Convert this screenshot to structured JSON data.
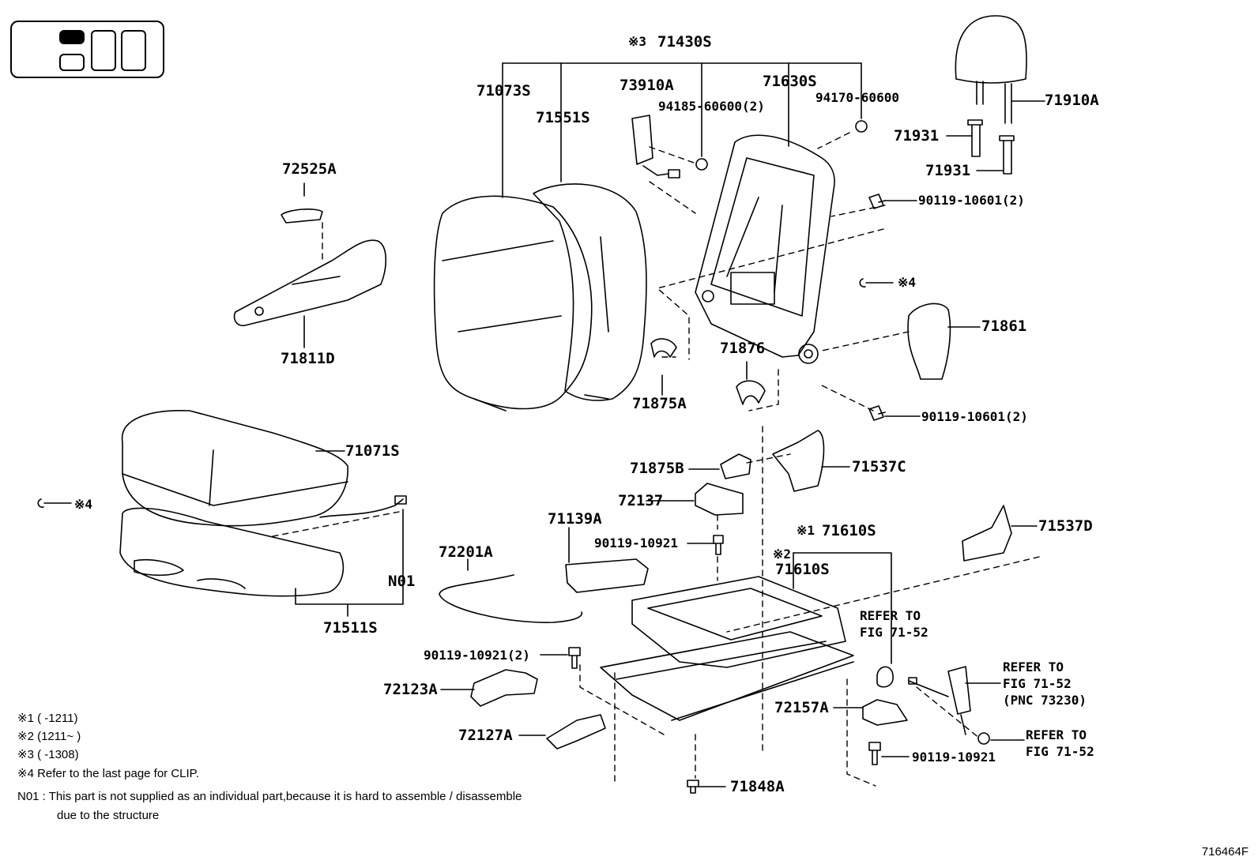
{
  "labels": {
    "p71430S": "71430S",
    "p71073S": "71073S",
    "p71551S": "71551S",
    "p73910A": "73910A",
    "p94185": "94185-60600(2)",
    "p71630S": "71630S",
    "p94170": "94170-60600",
    "p71910A": "71910A",
    "p71931a": "71931",
    "p71931b": "71931",
    "p90119_10601a": "90119-10601(2)",
    "p90119_10601b": "90119-10601(2)",
    "p72525A": "72525A",
    "p71811D": "71811D",
    "p71861": "71861",
    "p71876": "71876",
    "p71875A": "71875A",
    "p71071S": "71071S",
    "p71875B": "71875B",
    "p71537C": "71537C",
    "p72137": "72137",
    "p71139A": "71139A",
    "p90119_10921a": "90119-10921",
    "p71610S_1": "71610S",
    "p71610S_2": "71610S",
    "p71537D": "71537D",
    "p72201A": "72201A",
    "pN01": "N01",
    "p71511S": "71511S",
    "p90119_10921b": "90119-10921(2)",
    "p72123A": "72123A",
    "p72127A": "72127A",
    "p72157A": "72157A",
    "p90119_10921c": "90119-10921",
    "p71848A": "71848A"
  },
  "markers": {
    "m3": "※3",
    "m1": "※1",
    "m2": "※2",
    "m4a": "※4",
    "m4b": "※4"
  },
  "references": {
    "ref1_l1": "REFER TO",
    "ref1_l2": "FIG 71-52",
    "ref2_l1": "REFER TO",
    "ref2_l2": "FIG 71-52",
    "ref2_l3": "(PNC 73230)",
    "ref3_l1": "REFER TO",
    "ref3_l2": "FIG 71-52"
  },
  "notes": {
    "n1": "※1 (      -1211)",
    "n2": "※2 (1211~      )",
    "n3": "※3 (      -1308)",
    "n4": "※4  Refer to the last page for CLIP.",
    "n01_l1": "N01 :  This part is not supplied as an individual part,because it is hard to assemble / disassemble",
    "n01_l2": "due to the structure"
  },
  "figure_id": "716464F"
}
